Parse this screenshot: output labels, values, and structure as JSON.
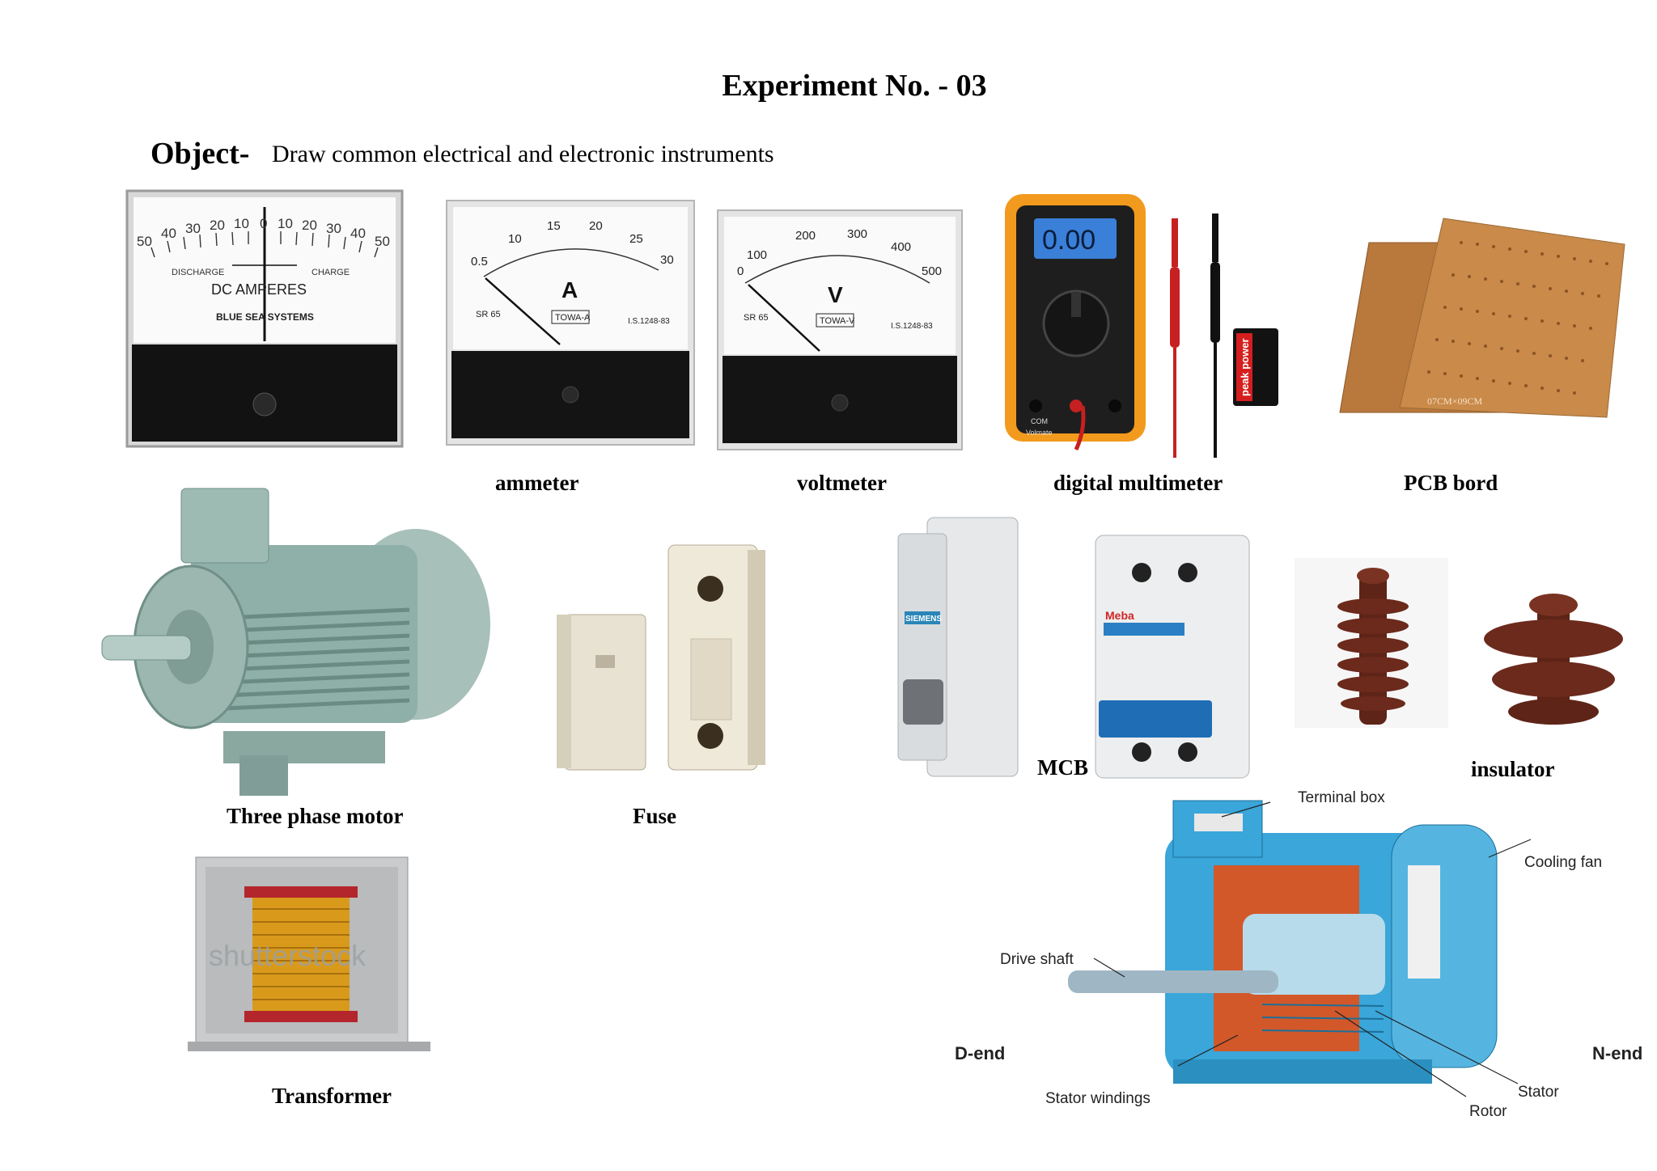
{
  "header": {
    "title": "Experiment No. - 03",
    "object_label": "Object-",
    "object_text": "Draw common electrical and electronic instruments"
  },
  "instruments": {
    "dc_meter": {
      "scale_left": [
        "50",
        "40",
        "30",
        "20",
        "10",
        "0"
      ],
      "scale_right": [
        "10",
        "20",
        "30",
        "40",
        "50"
      ],
      "discharge": "DISCHARGE",
      "charge": "CHARGE",
      "unit": "DC AMPERES",
      "brand": "BLUE SEA SYSTEMS"
    },
    "ammeter": {
      "caption": "ammeter",
      "scale": [
        "0.5",
        "10",
        "15",
        "20",
        "25",
        "30"
      ],
      "unit": "A",
      "model": "SR 65",
      "tag": "TOWA-A",
      "std": "I.S.1248-83"
    },
    "voltmeter": {
      "caption": "voltmeter",
      "scale": [
        "0",
        "100",
        "200",
        "300",
        "400",
        "500"
      ],
      "unit": "V",
      "model": "SR 65",
      "tag": "TOWA-V",
      "std": "I.S.1248-83"
    },
    "multimeter": {
      "caption": "digital multimeter",
      "display": "0.00",
      "battery": "peak power",
      "bottom_left": "Volmate",
      "com": "COM"
    },
    "pcb": {
      "caption": "PCB bord",
      "size": "07CM×09CM"
    },
    "motor": {
      "caption": "Three phase motor"
    },
    "fuse": {
      "caption": "Fuse"
    },
    "mcb": {
      "caption": "MCB",
      "brand1": "SIEMENS",
      "brand2": "Meba"
    },
    "insulator": {
      "caption": "insulator"
    },
    "transformer": {
      "caption": "Transformer",
      "watermark": "shutterstock"
    },
    "motor_diagram": {
      "terminal_box": "Terminal box",
      "cooling_fan": "Cooling fan",
      "drive_shaft": "Drive shaft",
      "d_end": "D-end",
      "n_end": "N-end",
      "stator_windings": "Stator windings",
      "stator": "Stator",
      "rotor": "Rotor"
    }
  },
  "colors": {
    "pcb": "#c98a4a",
    "insulator": "#6b2a1c",
    "motor": "#8fb0a8",
    "diagram_blue": "#3aa6d9",
    "meter_black": "#111111",
    "multimeter_orange": "#f29a1d",
    "transformer_coil": "#d99a1c"
  }
}
